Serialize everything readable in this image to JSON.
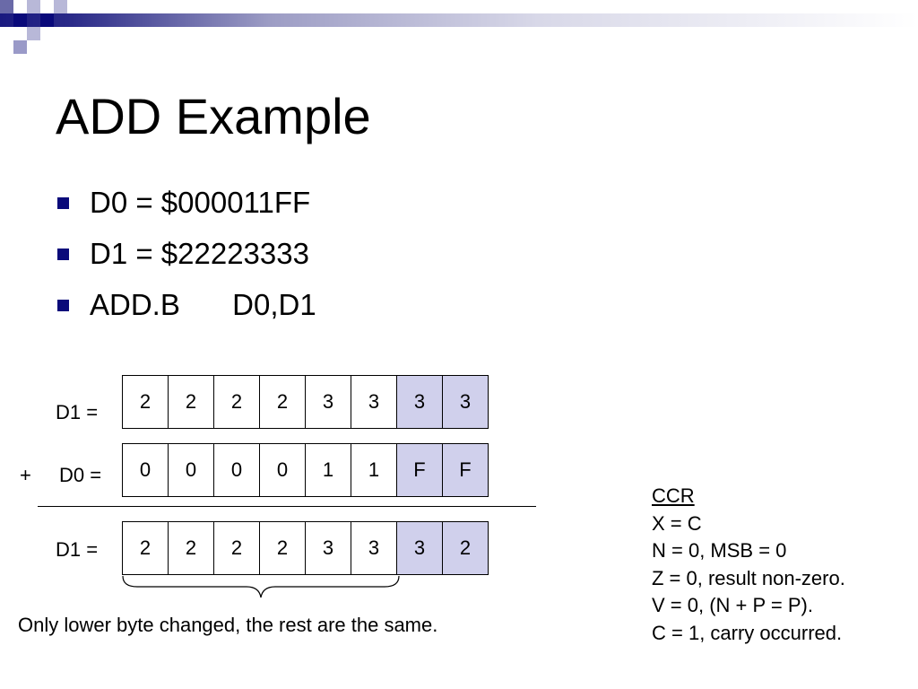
{
  "slide": {
    "title": "ADD Example",
    "bullets": [
      {
        "op": "D0 = $000011FF",
        "args": ""
      },
      {
        "op": "D1 = $22223333",
        "args": ""
      },
      {
        "op": "ADD.B",
        "args": "D0,D1"
      }
    ]
  },
  "diagram": {
    "d1_label": "D1 =",
    "d0_label": "D0 =",
    "plus": "+",
    "result_label": "D1 =",
    "d1_cells": [
      "2",
      "2",
      "2",
      "2",
      "3",
      "3",
      "3",
      "3"
    ],
    "d0_cells": [
      "0",
      "0",
      "0",
      "0",
      "1",
      "1",
      "F",
      "F"
    ],
    "result_cells": [
      "2",
      "2",
      "2",
      "2",
      "3",
      "3",
      "3",
      "2"
    ],
    "caption": "Only lower byte changed, the rest are the same."
  },
  "ccr": {
    "heading": "CCR",
    "lines": [
      "X = C",
      "N = 0, MSB = 0",
      "Z = 0, result non-zero.",
      "V = 0, (N + P = P).",
      "C = 1, carry occurred."
    ]
  },
  "colors": {
    "highlight_cell": "#d0d0ec",
    "bullet": "#0a0a7a",
    "band_dark": "#1a1a80"
  }
}
